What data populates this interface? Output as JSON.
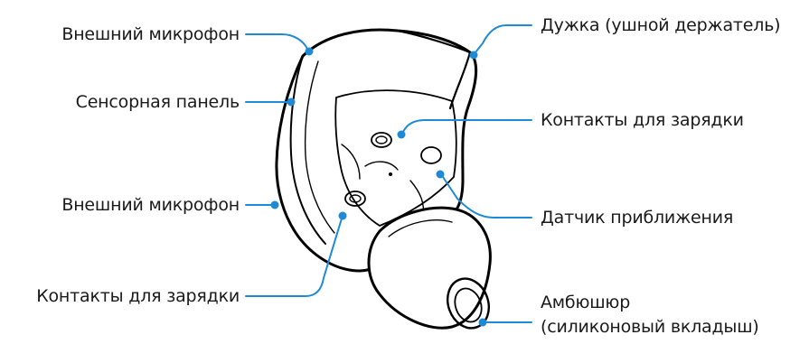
{
  "diagram": {
    "accent_color": "#1e8ad6",
    "labels": {
      "outer_mic_top": "Внешний микрофон",
      "touch_panel": "Сенсорная панель",
      "outer_mic_bottom": "Внешний микрофон",
      "charging_contacts_left": "Контакты для зарядки",
      "wing_tip": "Дужка (ушной держатель)",
      "charging_contacts_right": "Контакты для зарядки",
      "proximity_sensor": "Датчик приближения",
      "ear_tip_line1": "Амбюшюр",
      "ear_tip_line2": "(силиконовый вкладыш)"
    }
  }
}
